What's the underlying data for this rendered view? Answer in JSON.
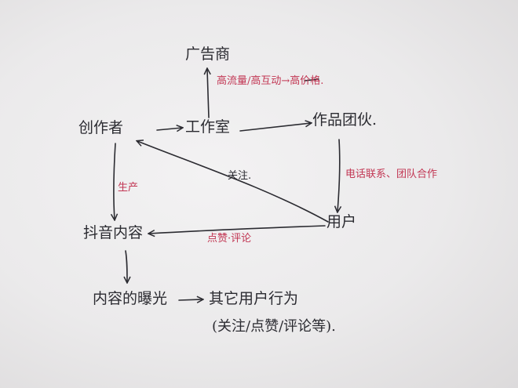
{
  "nodes": {
    "advertiser": "广告商",
    "creator": "创作者",
    "studio": "工作室",
    "partner": "作品团伙.",
    "douyin_content": "抖音内容",
    "user": "用户",
    "exposure": "内容的曝光",
    "other_behavior": "其它用户行为",
    "behavior_detail": "(关注/点赞/评论等)."
  },
  "edge_labels": {
    "high_traffic": "高流量/高互动→高价格.",
    "follow": "关注.",
    "produce": "生产",
    "like_comment": "点赞·评论",
    "contact": "电话联系、团队合作"
  },
  "colors": {
    "ink": "#2b2b31",
    "red_ink": "#c23653",
    "paper": "#ebe9ea"
  }
}
